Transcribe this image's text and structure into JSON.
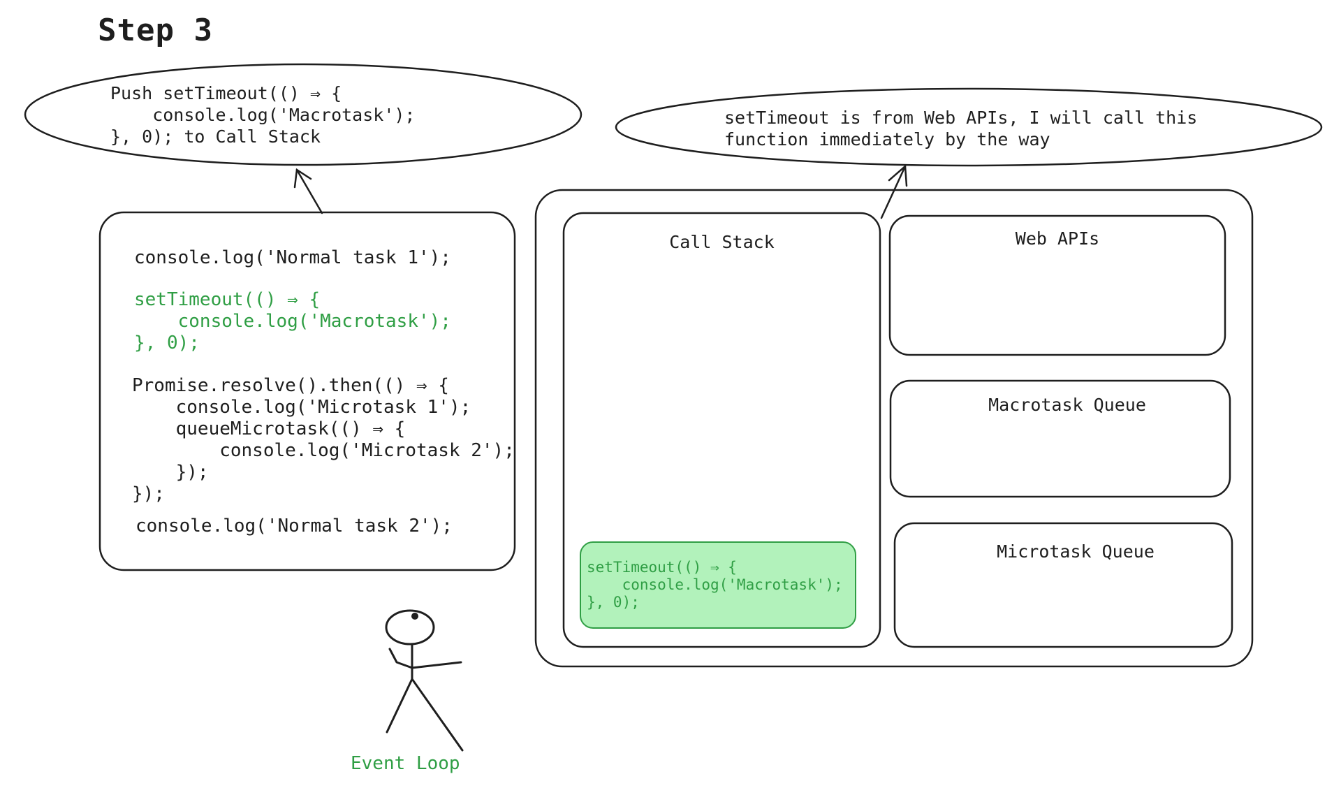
{
  "title": "Step 3",
  "bubbles": {
    "left": "Push setTimeout(() ⇒ {\n    console.log('Macrotask');\n}, 0); to Call Stack",
    "right": "setTimeout is from Web APIs, I will call this\nfunction immediately by the way"
  },
  "code_panel": {
    "line_normal_1": "console.log('Normal task 1');",
    "settimeout_block": "setTimeout(() ⇒ {\n    console.log('Macrotask');\n}, 0);",
    "promise_block": "Promise.resolve().then(() ⇒ {\n    console.log('Microtask 1');\n    queueMicrotask(() ⇒ {\n        console.log('Microtask 2');\n    });\n});",
    "line_normal_2": "console.log('Normal task 2');"
  },
  "runtime": {
    "call_stack": {
      "title": "Call Stack",
      "task": "setTimeout(() ⇒ {\n    console.log('Macrotask');\n}, 0);"
    },
    "web_apis": {
      "title": "Web APIs"
    },
    "macrotask_queue": {
      "title": "Macrotask Queue"
    },
    "microtask_queue": {
      "title": "Microtask Queue"
    }
  },
  "event_loop": {
    "label": "Event Loop"
  },
  "colors": {
    "stroke": "#1e1e1e",
    "highlight_text": "#2f9e44",
    "task_fill": "#b2f2bb"
  }
}
